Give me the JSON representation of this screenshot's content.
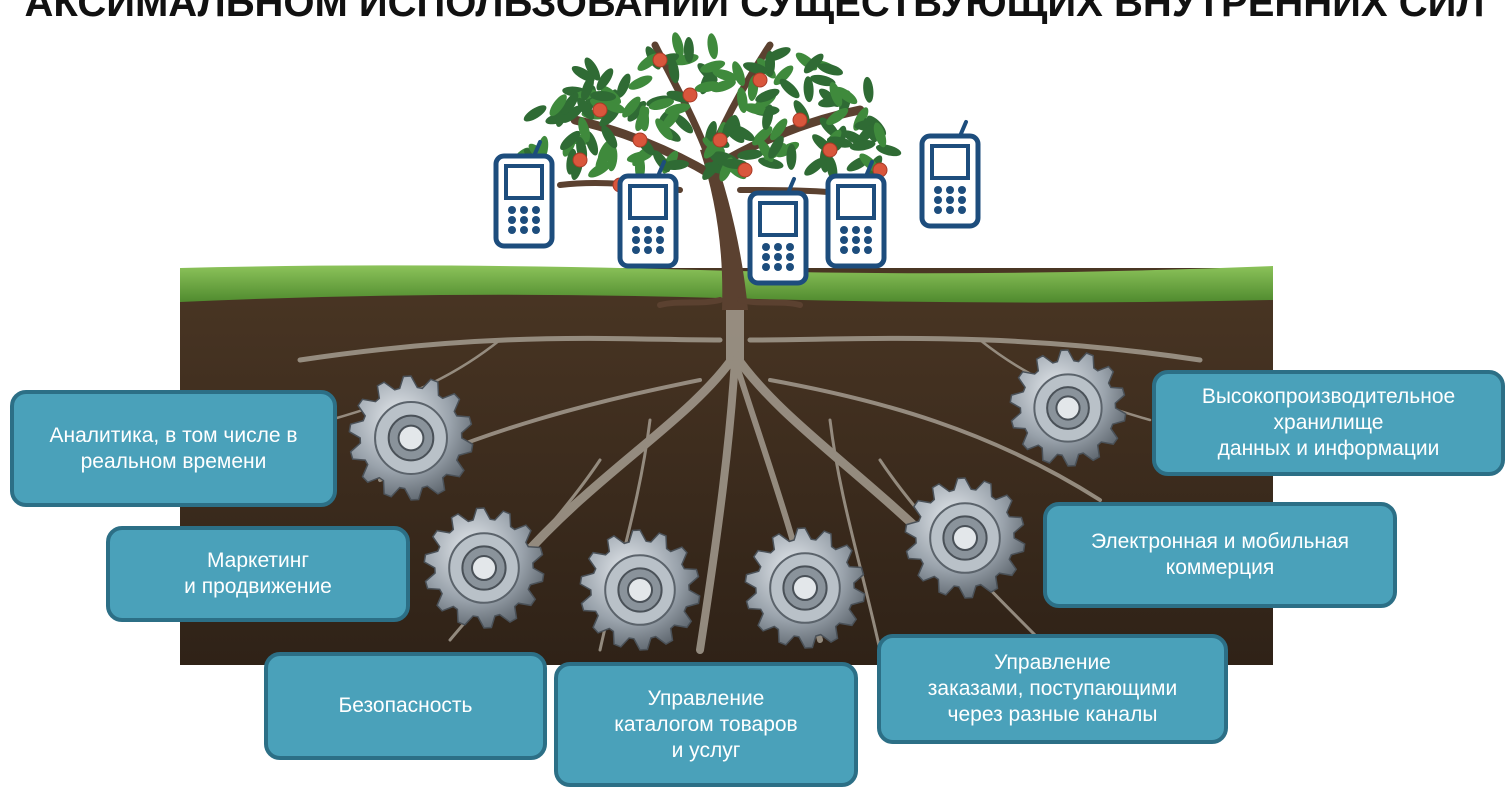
{
  "title": "АКСИМАЛЬНОМ ИСПОЛЬЗОВАНИИ СУЩЕСТВУЮЩИХ ВНУТРЕННИХ СИЛ",
  "colors": {
    "box_fill": "#4aa1ba",
    "box_border": "#2c6f86",
    "soil": "#3d2c1e",
    "grass": "#6aa93f",
    "phone_outline": "#1d4d7d",
    "gear": "#9aa3ac"
  },
  "icons": [
    "tree-icon",
    "mobile-phone-icon",
    "gear-icon",
    "roots-icon"
  ],
  "labels": {
    "analytics": "Аналитика, в том числе в\nреальном времени",
    "marketing": "Маркетинг\nи продвижение",
    "security": "Безопасность",
    "catalog": "Управление\nкаталогом товаров\nи услуг",
    "orders": "Управление\nзаказами, поступающими\nчерез разные каналы",
    "ecommerce": "Электронная и мобильная\nкоммерция",
    "storage": "Высокопроизводительное\nхранилище\nданных и информации"
  }
}
